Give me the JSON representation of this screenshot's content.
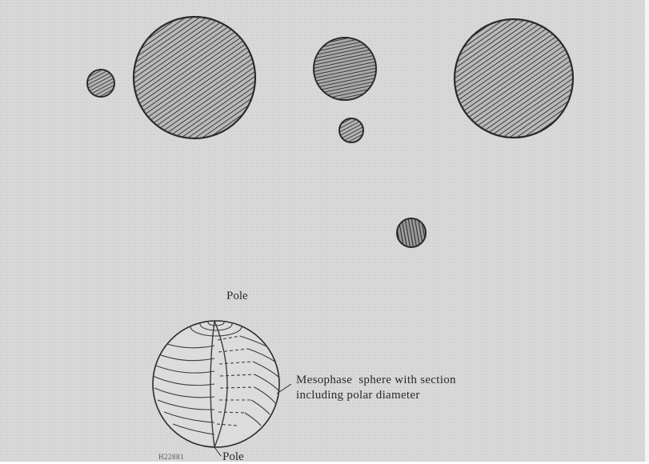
{
  "labels": {
    "pole_top": "Pole",
    "pole_bottom": "Pole",
    "caption_line1": "Mesophase  sphere with section",
    "caption_line2": "including polar diameter",
    "figure_number": "H22881"
  },
  "colors": {
    "background": "#dadada",
    "ink": "#2a2a2a",
    "paper_edge": "#f3f3f3"
  },
  "spheres": [
    {
      "id": "small-left",
      "pattern": "diagonal"
    },
    {
      "id": "large-left",
      "pattern": "diagonal"
    },
    {
      "id": "medium-center",
      "pattern": "horizontal"
    },
    {
      "id": "small-center",
      "pattern": "diagonal"
    },
    {
      "id": "large-right",
      "pattern": "diagonal"
    },
    {
      "id": "small-lower",
      "pattern": "vertical"
    }
  ]
}
